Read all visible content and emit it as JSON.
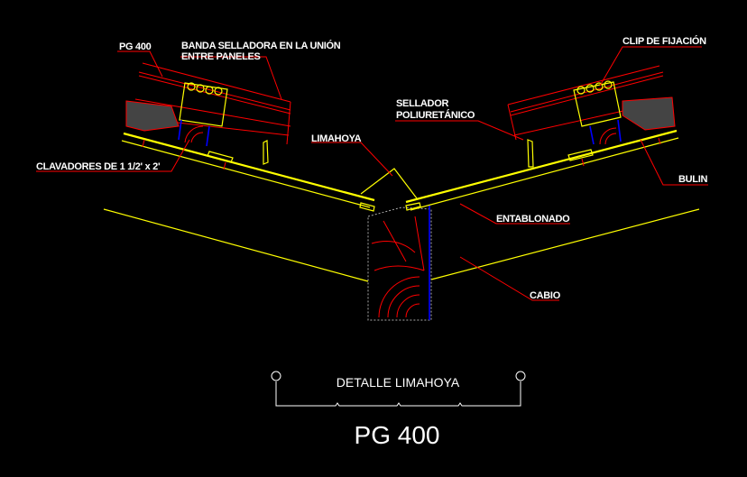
{
  "drawing": {
    "labels": {
      "pg400": "PG 400",
      "banda_line1": "BANDA SELLADORA EN LA UNIÓN",
      "banda_line2": "ENTRE PANELES",
      "clip": "CLIP DE FIJACIÓN",
      "sellador_line1": "SELLADOR",
      "sellador_line2": "POLIURETÁNICO",
      "limahoya": "LIMAHOYA",
      "clavadores": "CLAVADORES DE 1 1/2' x 2'",
      "bulin": "BULIN",
      "entablonado": "ENTABLONADO",
      "cabio": "CABIO"
    },
    "profile_title": "DETALLE LIMAHOYA",
    "profile_name": "PG 400"
  },
  "colors": {
    "background": "#000000",
    "panel": "#ff0000",
    "structure": "#ffff00",
    "fixing": "#0000ff",
    "text": "#ffffff"
  }
}
